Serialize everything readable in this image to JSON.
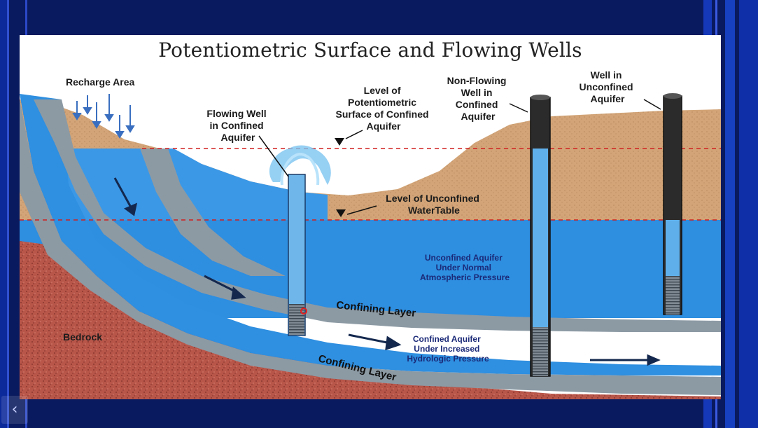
{
  "title": "Potentiometric Surface and Flowing Wells",
  "labels": {
    "recharge_area": "Recharge Area",
    "flowing_well": [
      "Flowing Well",
      "in Confined",
      "Aquifer"
    ],
    "potentiometric_level": [
      "Level of",
      "Potentiometric",
      "Surface of Confined",
      "Aquifer"
    ],
    "non_flowing_well": [
      "Non-Flowing",
      "Well in",
      "Confined",
      "Aquifer"
    ],
    "unconfined_well": [
      "Well in",
      "Unconfined",
      "Aquifer"
    ],
    "water_table_level": [
      "Level of Unconfined",
      "WaterTable"
    ],
    "unconfined_aquifer": [
      "Unconfined Aquifer",
      "Under Normal",
      "Atmospheric Pressure"
    ],
    "confining_layer_upper": "Confining Layer",
    "confining_layer_lower": "Confining Layer",
    "confined_aquifer": [
      "Confined Aquifer",
      "Under Increased",
      "Hydrologic Pressure"
    ],
    "bedrock": "Bedrock"
  },
  "nav": {
    "prev_symbol": "‹"
  },
  "colors": {
    "background": "#0a1a5e",
    "soil": "#d2a477",
    "water": "#2e8ee0",
    "confining_layer": "#8c9aa4",
    "bedrock": "#b8564a",
    "dashed_line": "#d02020"
  }
}
